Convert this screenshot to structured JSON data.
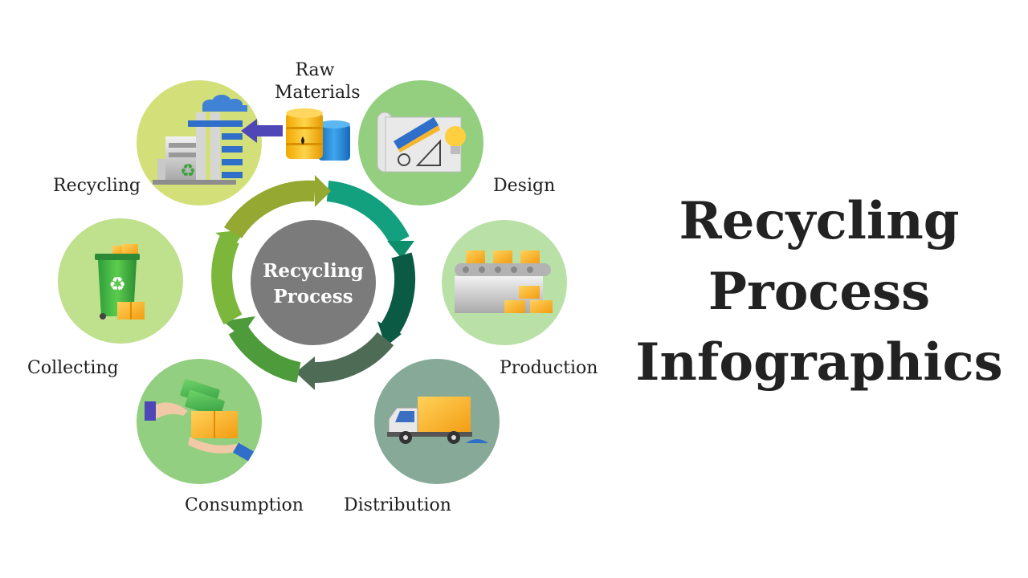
{
  "title": {
    "line1": "Recycling",
    "line2": "Process",
    "line3": "Infographics"
  },
  "center": {
    "line1": "Recycling",
    "line2": "Process"
  },
  "stages": [
    {
      "id": "raw-materials",
      "line1": "Raw",
      "line2": "Materials",
      "icon": "oil-barrels-icon"
    },
    {
      "id": "design",
      "label": "Design",
      "icon": "blueprint-icon"
    },
    {
      "id": "production",
      "label": "Production",
      "icon": "conveyor-belt-icon"
    },
    {
      "id": "distribution",
      "label": "Distribution",
      "icon": "delivery-truck-icon"
    },
    {
      "id": "consumption",
      "label": "Consumption",
      "icon": "money-exchange-icon"
    },
    {
      "id": "collecting",
      "label": "Collecting",
      "icon": "recycle-bin-icon"
    },
    {
      "id": "recycling",
      "label": "Recycling",
      "icon": "recycling-factory-icon"
    }
  ],
  "colors": {
    "recycling": "#d3e07a",
    "design": "#93cf7f",
    "production": "#b9e0a6",
    "distribution": "#86a998",
    "consumption": "#92cf80",
    "collecting": "#bfe08d",
    "hub": "#7b7b7b",
    "box": "#f6b62b"
  }
}
